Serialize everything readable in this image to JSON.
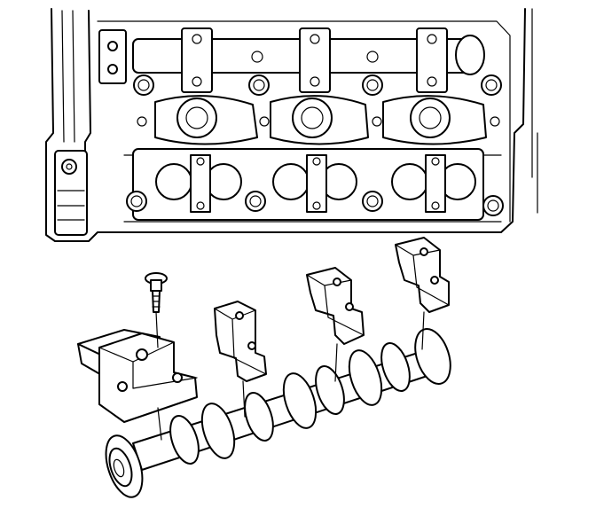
{
  "figure": {
    "caption": "",
    "parts": [
      "cylinder-head-top-view",
      "camshaft",
      "camshaft-bearing-cap-front",
      "camshaft-bearing-cap-2",
      "camshaft-bearing-cap-3",
      "camshaft-bearing-cap-4",
      "bearing-cap-bolt"
    ],
    "colors": {
      "ink": "#000000",
      "paper": "#ffffff"
    }
  }
}
